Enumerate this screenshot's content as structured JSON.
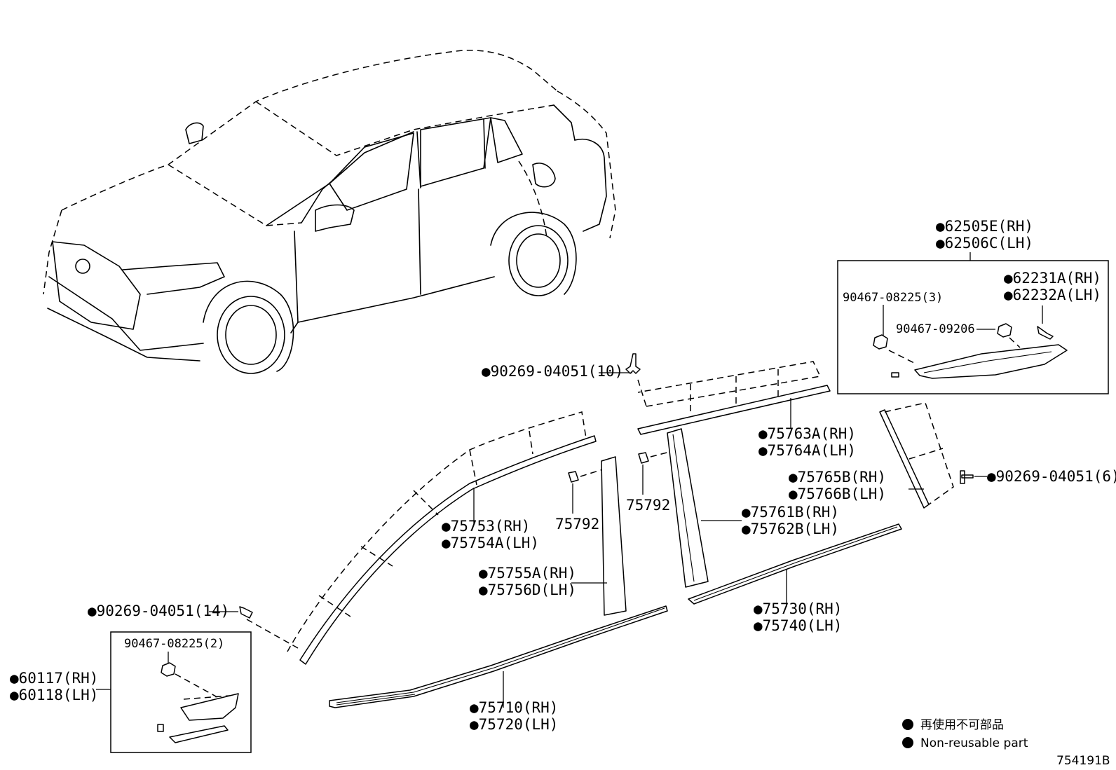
{
  "labels": {
    "p62505E": "●62505E(RH)",
    "p62506C": "●62506C(LH)",
    "p62231A": "●62231A(RH)",
    "p62232A": "●62232A(LH)",
    "p90467_08225_3": "90467-08225(3)",
    "p90467_09206": "90467-09206",
    "p90269_04051_10": "●90269-04051(10)",
    "p75763A": "●75763A(RH)",
    "p75764A": "●75764A(LH)",
    "p75765B": "●75765B(RH)",
    "p75766B": "●75766B(LH)",
    "p90269_04051_6": "●90269-04051(6)",
    "p75792_a": "75792",
    "p75792_b": "75792",
    "p75761B": "●75761B(RH)",
    "p75762B": "●75762B(LH)",
    "p75753": "●75753(RH)",
    "p75754A": "●75754A(LH)",
    "p75755A": "●75755A(RH)",
    "p75756D": "●75756D(LH)",
    "p75730": "●75730(RH)",
    "p75740": "●75740(LH)",
    "p90269_04051_14": "●90269-04051(14)",
    "p90467_08225_2": "90467-08225(2)",
    "p60117": "●60117(RH)",
    "p60118": "●60118(LH)",
    "p75710": "●75710(RH)",
    "p75720": "●75720(LH)"
  },
  "legend": {
    "jp": "再使用不可部品",
    "en": "Non-reusable part"
  },
  "diagram_code": "754191B"
}
